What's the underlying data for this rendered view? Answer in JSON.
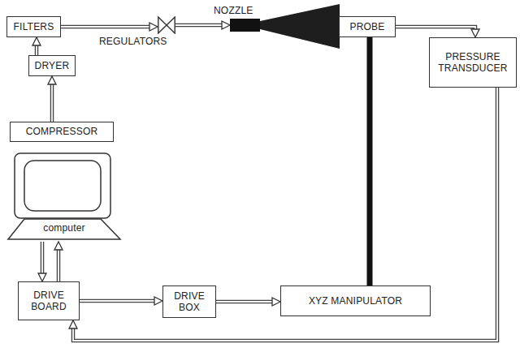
{
  "diagram": {
    "nodes": [
      {
        "text": [
          "FILTERS"
        ]
      },
      {
        "text": [
          "REGULATORS"
        ]
      },
      {
        "text": [
          "NOZZLE"
        ]
      },
      {
        "text": [
          "PROBE"
        ]
      },
      {
        "text": [
          "PRESSURE TRANSDUCER"
        ]
      },
      {
        "text": [
          "DRYER"
        ]
      },
      {
        "text": [
          "COMPRESSOR"
        ]
      },
      {
        "text": [
          "computer"
        ]
      },
      {
        "text": [
          "DRIVE BOARD"
        ]
      },
      {
        "text": [
          "DRIVE BOX"
        ]
      },
      {
        "text": [
          "XYZ MANIPULATOR"
        ]
      }
    ],
    "edges": [
      {
        "from": 6,
        "to": 5,
        "arrow": "to"
      },
      {
        "from": 5,
        "to": 0,
        "arrow": "to"
      },
      {
        "from": 0,
        "to": 1,
        "arrow": "to"
      },
      {
        "from": 1,
        "to": 2,
        "arrow": "to"
      },
      {
        "from": 3,
        "to": 4,
        "arrow": "to"
      },
      {
        "from": 4,
        "to": 8,
        "arrow": "to"
      },
      {
        "from": 7,
        "to": 8,
        "arrow": "to"
      },
      {
        "from": 8,
        "to": 7,
        "arrow": "to"
      },
      {
        "from": 8,
        "to": 9,
        "arrow": "to"
      },
      {
        "from": 9,
        "to": 10,
        "arrow": "to"
      },
      {
        "from": 3,
        "to": 10,
        "arrow": "none"
      }
    ]
  }
}
